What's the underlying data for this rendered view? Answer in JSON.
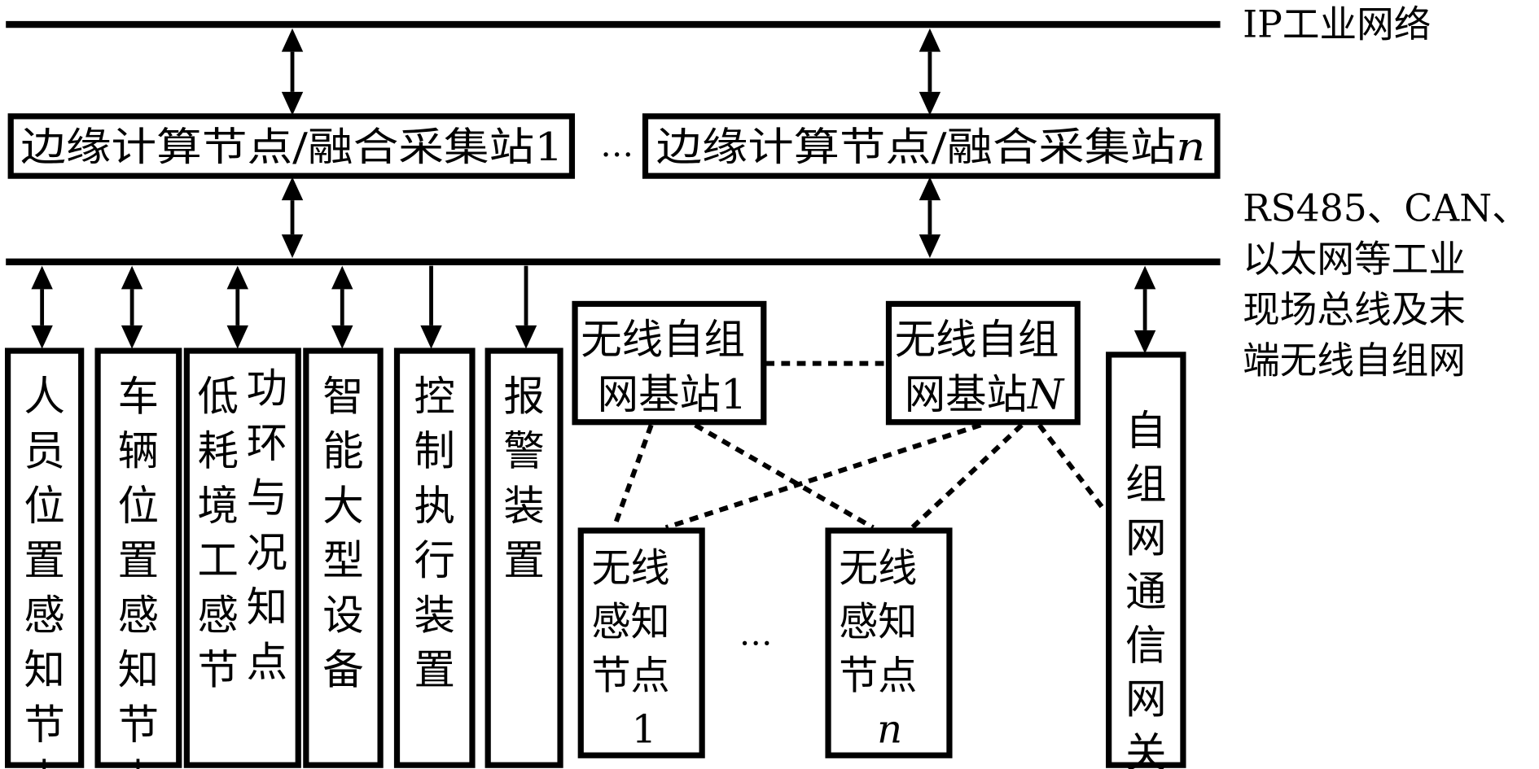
{
  "diagram": {
    "buses": {
      "ip": {
        "label": "IP工业网络"
      },
      "field": {
        "label_lines": [
          "RS485、CAN、",
          "以太网等工业",
          "现场总线及末",
          "端无线自组网"
        ]
      }
    },
    "edge_nodes": [
      {
        "label": "边缘计算节点/融合采集站",
        "suffix": "1",
        "suffix_italic": false
      },
      {
        "label": "边缘计算节点/融合采集站",
        "suffix": "n",
        "suffix_italic": true
      }
    ],
    "edge_ellipsis": "…",
    "field_devices": [
      {
        "columns": [
          "人员位置感知节点"
        ],
        "link": "bidirectional"
      },
      {
        "columns": [
          "车辆位置感知节点"
        ],
        "link": "bidirectional"
      },
      {
        "columns": [
          "低耗境工感节",
          "功环与况知点"
        ],
        "link": "bidirectional"
      },
      {
        "columns": [
          "智能大型设备"
        ],
        "link": "bidirectional"
      },
      {
        "columns": [
          "控制执行装置"
        ],
        "link": "downlink"
      },
      {
        "columns": [
          "报警装置"
        ],
        "link": "downlink"
      }
    ],
    "base_stations": [
      {
        "line1": "无线自组",
        "line2": "网基站",
        "suffix": "1",
        "suffix_italic": false
      },
      {
        "line1": "无线自组",
        "line2": "网基站",
        "suffix": "N",
        "suffix_italic": true
      }
    ],
    "sensor_nodes": [
      {
        "lines": [
          "无线",
          "感知",
          "节点"
        ],
        "suffix": "1",
        "suffix_italic": false
      },
      {
        "lines": [
          "无线",
          "感知",
          "节点"
        ],
        "suffix": "n",
        "suffix_italic": true
      }
    ],
    "sensor_ellipsis": "…",
    "gateway": {
      "label": "自组网通信网关",
      "link": "bidirectional"
    }
  }
}
